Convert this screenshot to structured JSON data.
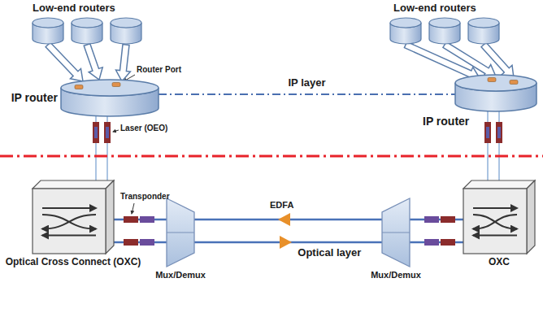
{
  "diagram": {
    "nodes": [
      {
        "text": [
          "IP router"
        ]
      },
      {
        "text": [
          "IP router"
        ]
      },
      {
        "text": [
          "Optical Cross Connect (OXC)"
        ]
      },
      {
        "text": [
          "OXC"
        ]
      },
      {
        "text": [
          "Mux/Demux"
        ]
      },
      {
        "text": [
          "Mux/Demux"
        ]
      }
    ],
    "edges": [
      {
        "from": 0,
        "to": 1,
        "arrow": "none",
        "label": "IP layer"
      },
      {
        "from": 0,
        "to": 2,
        "arrow": "none"
      },
      {
        "from": 0,
        "to": 2,
        "arrow": "none"
      },
      {
        "from": 1,
        "to": 3,
        "arrow": "none"
      },
      {
        "from": 1,
        "to": 3,
        "arrow": "none"
      },
      {
        "from": 2,
        "to": 4,
        "arrow": "none"
      },
      {
        "from": 2,
        "to": 4,
        "arrow": "none"
      },
      {
        "from": 4,
        "to": 5,
        "arrow": "none"
      },
      {
        "from": 4,
        "to": 5,
        "arrow": "none",
        "label": "Optical layer"
      },
      {
        "from": 5,
        "to": 3,
        "arrow": "none"
      },
      {
        "from": 5,
        "to": 3,
        "arrow": "none"
      }
    ],
    "labels": [
      "Low-end routers",
      "Low-end routers",
      "Router Port",
      "Laser (OEO)",
      "Transponder",
      "EDFA"
    ]
  }
}
